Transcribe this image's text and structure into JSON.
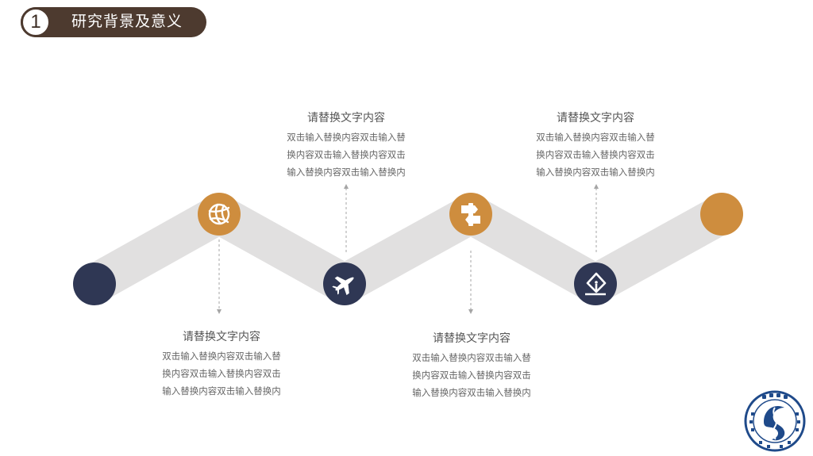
{
  "header": {
    "number": "1",
    "title": "研究背景及意义"
  },
  "colors": {
    "band": "#e1e0e0",
    "navy": "#2f3754",
    "orange": "#ce8d3e",
    "brown": "#4d3a2f",
    "arrow": "#a5a5a5"
  },
  "steps": [
    {
      "position": "bottom",
      "title": "请替换文字内容",
      "lines": [
        "双击输入替换内容双击输入替",
        "换内容双击输入替换内容双击",
        "输入替换内容双击输入替换内"
      ]
    },
    {
      "position": "top",
      "title": "请替换文字内容",
      "lines": [
        "双击输入替换内容双击输入替",
        "换内容双击输入替换内容双击",
        "输入替换内容双击输入替换内"
      ]
    },
    {
      "position": "bottom",
      "title": "请替换文字内容",
      "lines": [
        "双击输入替换内容双击输入替",
        "换内容双击输入替换内容双击",
        "输入替换内容双击输入替换内"
      ]
    },
    {
      "position": "top",
      "title": "请替换文字内容",
      "lines": [
        "双击输入替换内容双击输入替",
        "换内容双击输入替换内容双击",
        "输入替换内容双击输入替换内"
      ]
    }
  ],
  "icons": [
    "basketball-icon",
    "airplane-icon",
    "signpost-icon",
    "pen-nib-icon"
  ]
}
